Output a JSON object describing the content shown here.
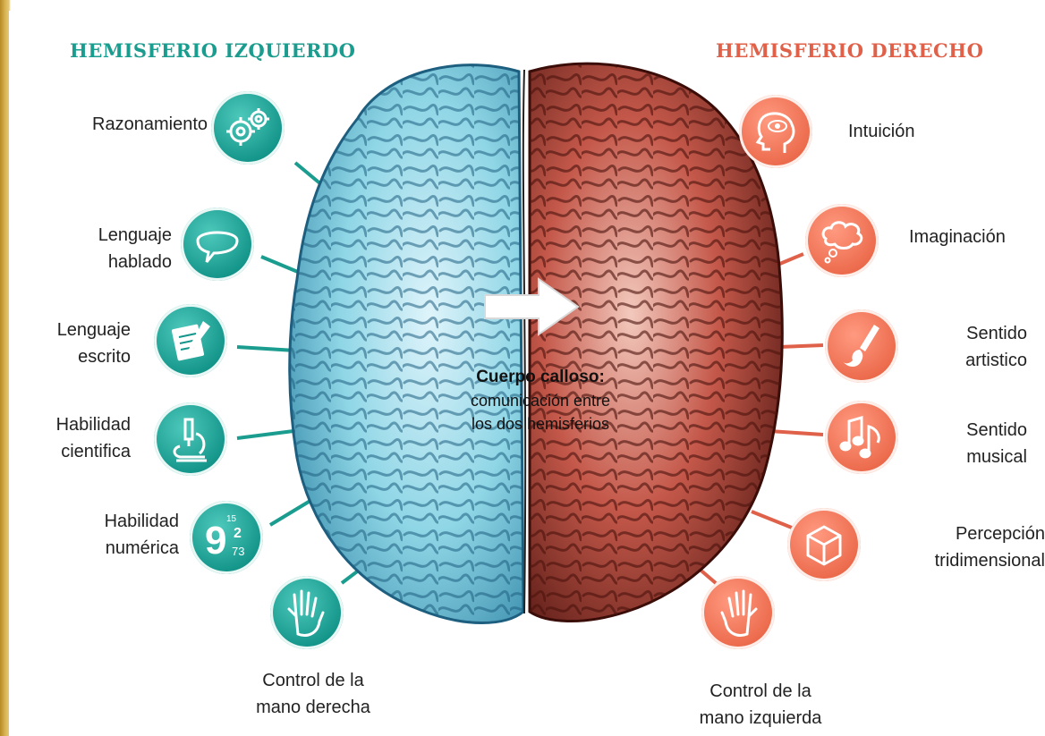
{
  "headers": {
    "left": "HEMISFERIO IZQUIERDO",
    "right": "HEMISFERIO DERECHO"
  },
  "left_items": [
    {
      "label": "Razonamiento",
      "icon": "gears-icon"
    },
    {
      "label": "Lenguaje\nhablado",
      "icon": "speech-bubble-icon"
    },
    {
      "label": "Lenguaje\nescrito",
      "icon": "document-pencil-icon"
    },
    {
      "label": "Habilidad\ncientifica",
      "icon": "microscope-icon"
    },
    {
      "label": "Habilidad\nnumérica",
      "icon": "numbers-icon"
    },
    {
      "label": "Control de la\nmano derecha",
      "icon": "right-hand-icon"
    }
  ],
  "right_items": [
    {
      "label": "Intuición",
      "icon": "head-eye-icon"
    },
    {
      "label": "Imaginación",
      "icon": "thought-cloud-icon"
    },
    {
      "label": "Sentido\nartistico",
      "icon": "paintbrush-icon"
    },
    {
      "label": "Sentido\nmusical",
      "icon": "music-note-icon"
    },
    {
      "label": "Percepción\ntridimensional",
      "icon": "cube-icon"
    },
    {
      "label": "Control de la\nmano izquierda",
      "icon": "left-hand-icon"
    }
  ],
  "center": {
    "title": "Cuerpo calloso:",
    "line1": "comunicación entre",
    "line2": "los dos hemisferios"
  },
  "number_icon_text": {
    "big": "9",
    "small1": "2",
    "small2": "73",
    "small3": "15"
  },
  "colors": {
    "left_accent": "#1a9c8f",
    "right_accent": "#e0614a",
    "left_brain": "#8fd6e6",
    "right_brain": "#b94a3c",
    "frame": "#c9a23c"
  }
}
